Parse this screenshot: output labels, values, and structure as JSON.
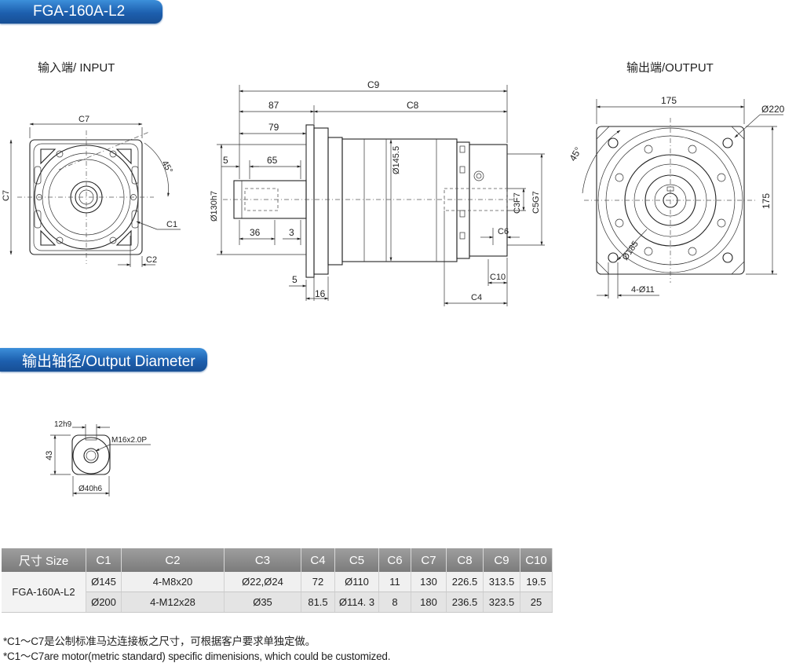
{
  "banners": {
    "model": "FGA-160A-L2",
    "shaft": "输出轴径/Output Diameter"
  },
  "views": {
    "input": "输入端/ INPUT",
    "output": "输出端/OUTPUT"
  },
  "dims": {
    "input": [
      "C7",
      "C7",
      "45°",
      "C1",
      "C2"
    ],
    "side": [
      "C9",
      "87",
      "C8",
      "79",
      "65",
      "5",
      "Ø130h7",
      "Ø145.5",
      "36",
      "3",
      "5",
      "16",
      "C3F7",
      "C5G7",
      "C6",
      "C10",
      "C4"
    ],
    "output": [
      "175",
      "Ø220",
      "45°",
      "175",
      "Ø185",
      "4-Ø11"
    ],
    "shaft": [
      "12h9",
      "M16x2.0P",
      "43",
      "Ø40h6"
    ]
  },
  "table": {
    "headers": [
      "尺寸 Size",
      "C1",
      "C2",
      "C3",
      "C4",
      "C5",
      "C6",
      "C7",
      "C8",
      "C9",
      "C10"
    ],
    "size": "FGA-160A-L2",
    "rows": [
      [
        "Ø145",
        "4-M8x20",
        "Ø22,Ø24",
        "72",
        "Ø110",
        "11",
        "130",
        "226.5",
        "313.5",
        "19.5"
      ],
      [
        "Ø200",
        "4-M12x28",
        "Ø35",
        "81.5",
        "Ø114. 3",
        "8",
        "180",
        "236.5",
        "323.5",
        "25"
      ]
    ]
  },
  "notes": [
    "*C1～C7是公制标准马达连接板之尺寸，可根据客户要求单独定做。",
    "*C1～C7are motor(metric standard) specific dimenisions, which could be customized."
  ]
}
